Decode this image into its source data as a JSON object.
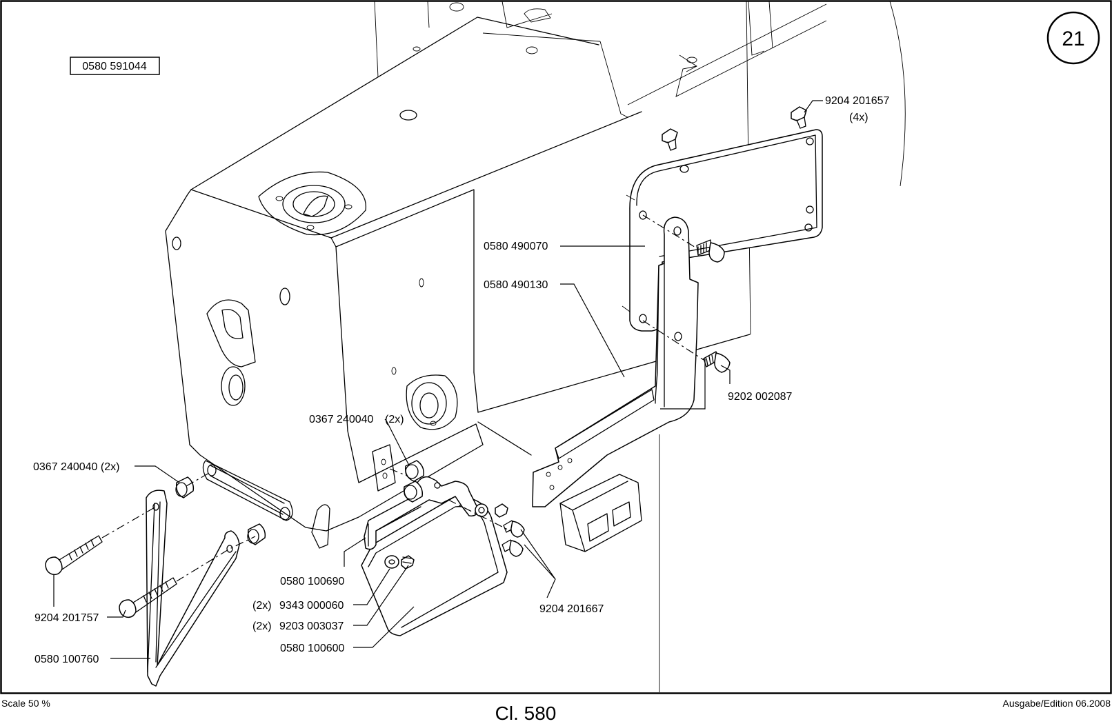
{
  "page_badge": "21",
  "reference_box": "0580 591044",
  "labels": {
    "l1": "9204 201657",
    "l1_qty": "(4x)",
    "l2": "0580 490070",
    "l3": "0580 490130",
    "l4": "9202 002087",
    "l5": "0367 240040",
    "l5_qty": "(2x)",
    "l6": "0367 240040 (2x)",
    "l7": "0580 100690",
    "l8_qty": "(2x)",
    "l8": "9343 000060",
    "l9_qty": "(2x)",
    "l9": "9203 003037",
    "l10": "0580 100600",
    "l11": "9204 201667",
    "l12": "9204 201757",
    "l13": "0580 100760"
  },
  "footer": {
    "scale": "Scale 50 %",
    "model": "Cl. 580",
    "edition": "Ausgabe/Edition 06.2008"
  }
}
